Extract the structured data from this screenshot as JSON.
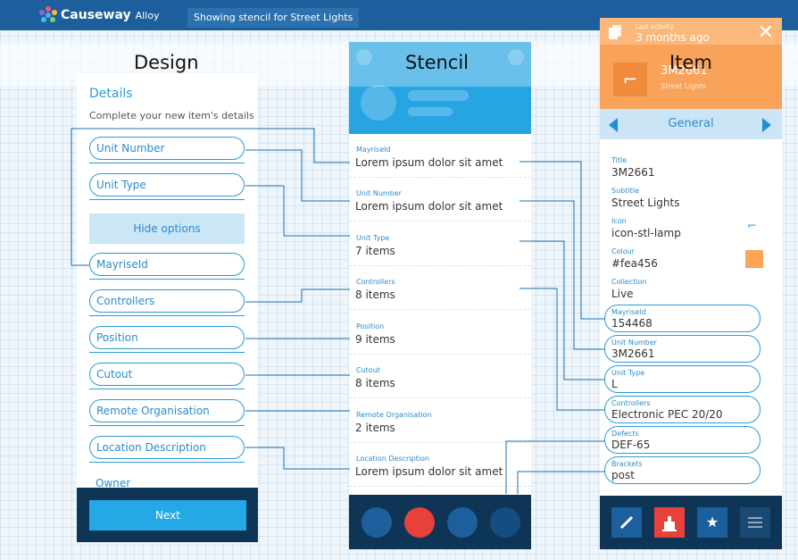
{
  "app": {
    "brand": "Causeway",
    "product": "Alloy",
    "stencil_tag": "Showing stencil for Street Lights"
  },
  "sections": {
    "design": "Design",
    "stencil": "Stencil",
    "item": "Item"
  },
  "design": {
    "heading": "Details",
    "description": "Complete your new item's details",
    "fields": [
      "Unit Number",
      "Unit Type",
      "MayriseId",
      "Controllers",
      "Position",
      "Cutout",
      "Remote Organisation",
      "Location Description"
    ],
    "hide_options": "Hide options",
    "owner": "Owner",
    "next": "Next"
  },
  "stencil": {
    "rows": [
      {
        "key": "MayriseId",
        "value": "Lorem ipsum dolor sit amet"
      },
      {
        "key": "Unit Number",
        "value": "Lorem ipsum dolor sit amet"
      },
      {
        "key": "Unit Type",
        "value": "7 items"
      },
      {
        "key": "Controllers",
        "value": "8 items"
      },
      {
        "key": "Position",
        "value": "9 items"
      },
      {
        "key": "Cutout",
        "value": "8 items"
      },
      {
        "key": "Remote Organisation",
        "value": "2 items"
      },
      {
        "key": "Location Description",
        "value": "Lorem ipsum dolor sit amet"
      }
    ],
    "footer_colors": [
      "#1d5f9c",
      "#e8403a",
      "#1d5f9c",
      "#164d80"
    ]
  },
  "item": {
    "activity_label": "Last activity",
    "activity_value": "3 months ago",
    "title": "3M2661",
    "subtitle": "Street Lights",
    "nav_label": "General",
    "fields": [
      {
        "key": "Title",
        "value": "3M2661"
      },
      {
        "key": "Subtitle",
        "value": "Street Lights"
      },
      {
        "key": "Icon",
        "value": "icon-stl-lamp"
      },
      {
        "key": "Colour",
        "value": "#fea456"
      },
      {
        "key": "Collection",
        "value": "Live"
      }
    ],
    "linked_fields": [
      {
        "key": "MayriseId",
        "value": "154468"
      },
      {
        "key": "Unit Number",
        "value": "3M2661"
      },
      {
        "key": "Unit Type",
        "value": "L"
      },
      {
        "key": "Controllers",
        "value": "Electronic PEC 20/20"
      },
      {
        "key": "Defects",
        "value": "DEF-65"
      },
      {
        "key": "Brackets",
        "value": "post"
      }
    ],
    "icons": {
      "close": "close-icon",
      "copy": "copy-icon",
      "lamp": "street-lamp-icon",
      "edit": "pencil-icon",
      "alert": "alarm-icon",
      "favourite": "star-icon",
      "menu": "menu-icon"
    }
  },
  "colors": {
    "topbar": "#1d5f9c",
    "accent": "#2a9bd8",
    "item_header": "#f9a25a",
    "swatch": "#fea456",
    "footer": "#0e3555",
    "alert_button": "#e8403a"
  }
}
